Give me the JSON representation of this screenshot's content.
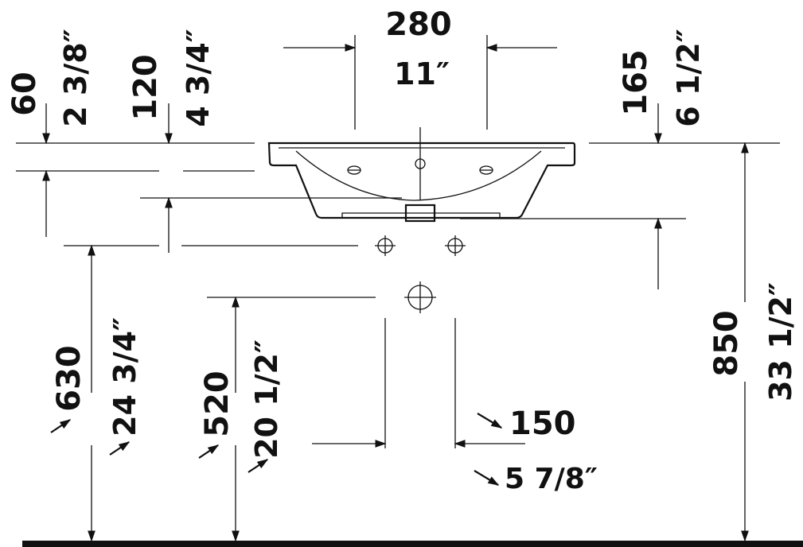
{
  "diagram": {
    "dimensions": {
      "width_mm": "280",
      "width_in": "11″",
      "rim_to_top_mm": "60",
      "rim_to_top_in": "2 3/8″",
      "rim_to_holes_mm": "120",
      "rim_to_holes_in": "4 3/4″",
      "rim_to_trap_mm": "165",
      "rim_to_trap_in": "6 1/2″",
      "holes_height_mm": "630",
      "holes_height_in": "24 3/4″",
      "drain_height_mm": "520",
      "drain_height_in": "20 1/2″",
      "drain_spacing_mm": "150",
      "drain_spacing_in": "5 7/8″",
      "total_height_mm": "850",
      "total_height_in": "33 1/2″"
    }
  }
}
